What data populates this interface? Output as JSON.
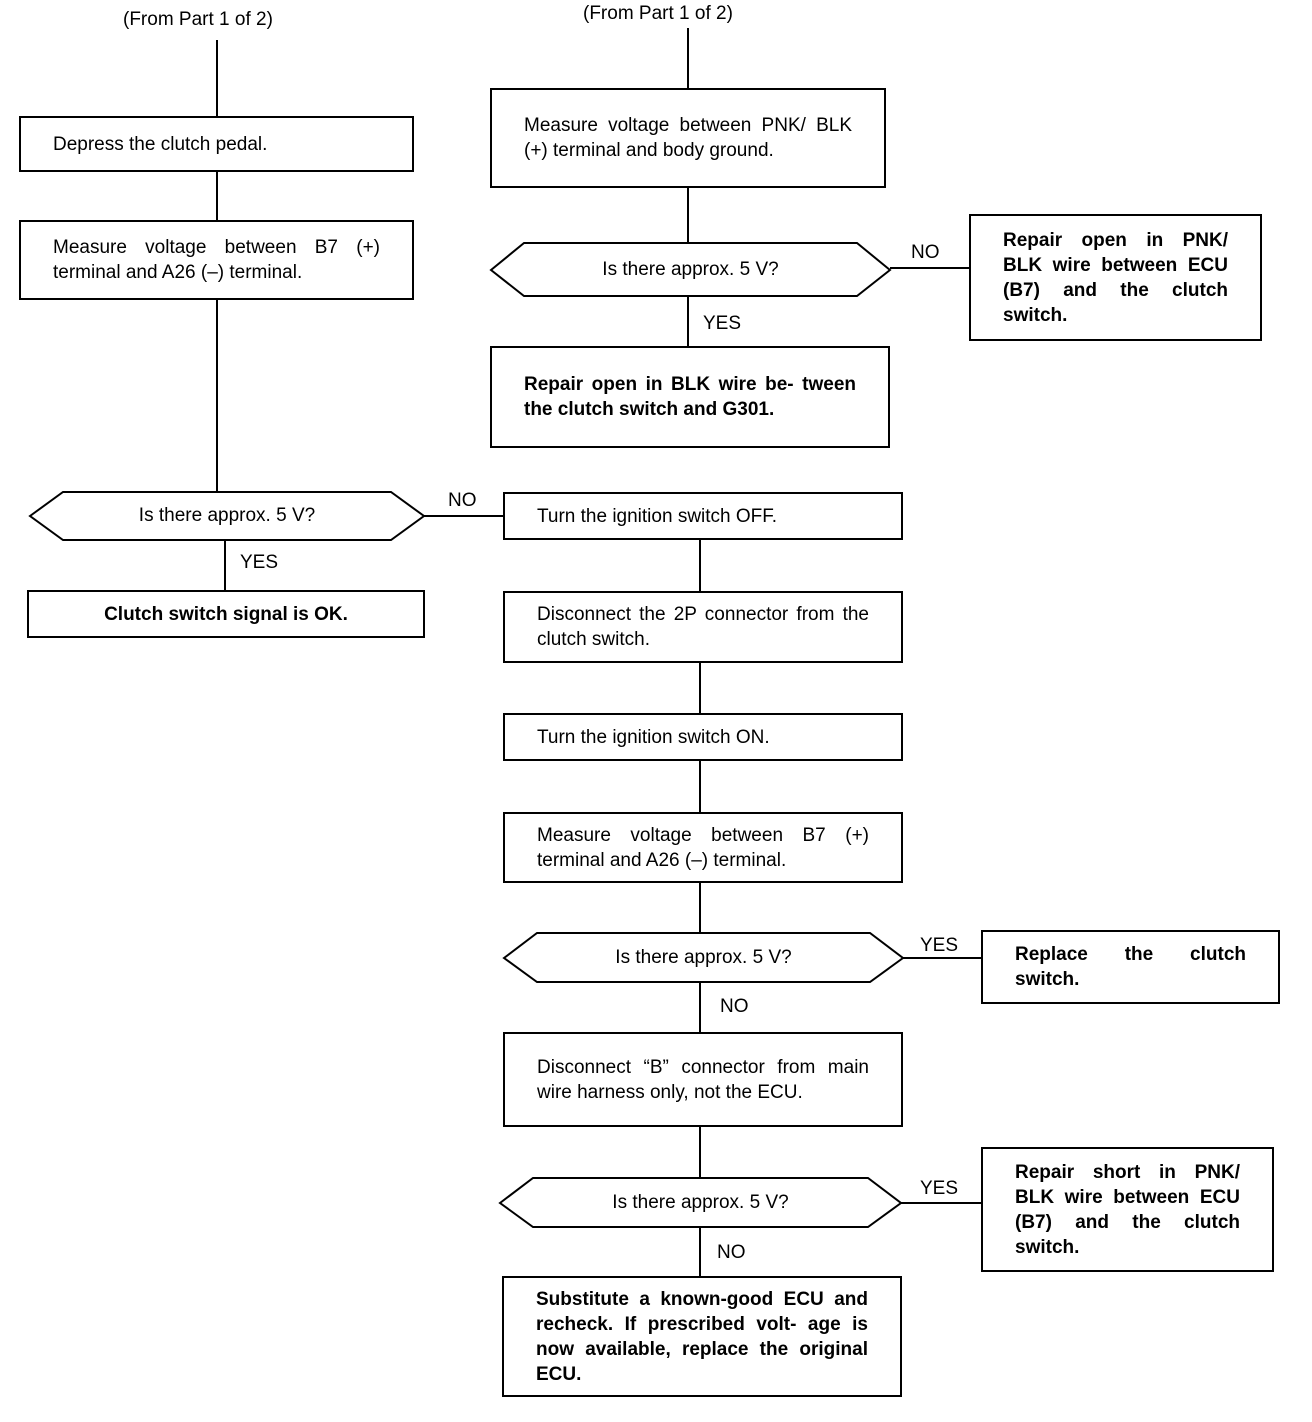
{
  "headers": {
    "left": "(From Part 1 of 2)",
    "right": "(From Part 1 of 2)"
  },
  "left": {
    "step1": "Depress the clutch pedal.",
    "step2": "Measure voltage between B7 (+) terminal and A26 (–) terminal.",
    "decision": "Is there approx. 5 V?",
    "yes_label": "YES",
    "no_label": "NO",
    "result_ok": "Clutch switch signal is OK."
  },
  "right": {
    "step1": "Measure voltage between PNK/ BLK (+) terminal and body ground.",
    "decision1": "Is there approx. 5 V?",
    "decision1_no_label": "NO",
    "decision1_no_result": "Repair open in PNK/ BLK wire between ECU (B7) and the clutch switch.",
    "decision1_yes_label": "YES",
    "decision1_yes_result": "Repair open in BLK wire be- tween the clutch switch and G301."
  },
  "center": {
    "step_ign_off": "Turn the ignition switch OFF.",
    "step_disconnect_2p": "Disconnect the 2P connector from the clutch switch.",
    "step_ign_on": "Turn the ignition switch ON.",
    "step_measure": "Measure voltage between B7 (+) terminal and A26 (–) terminal.",
    "decision2": "Is there approx. 5 V?",
    "decision2_yes_label": "YES",
    "decision2_yes_result": "Replace the clutch switch.",
    "decision2_no_label": "NO",
    "step_disconnect_b": "Disconnect “B” connector from main wire harness only, not the ECU.",
    "decision3": "Is there approx. 5 V?",
    "decision3_yes_label": "YES",
    "decision3_yes_result": "Repair short in PNK/ BLK wire between ECU (B7) and the clutch switch.",
    "decision3_no_label": "NO",
    "final": "Substitute a known-good ECU and recheck. If prescribed volt- age is now available, replace the original ECU."
  }
}
